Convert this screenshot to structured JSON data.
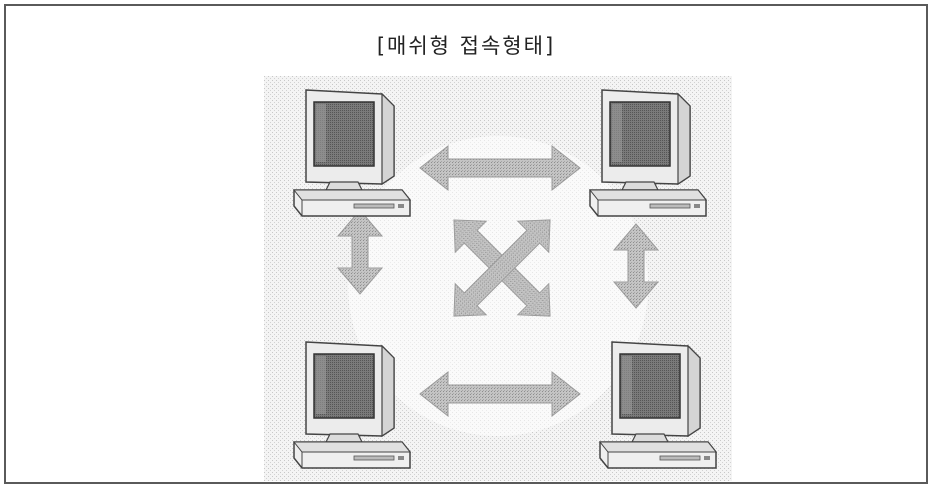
{
  "figure": {
    "title": "[매쉬형 접속형태]",
    "topology": "mesh",
    "nodes": [
      {
        "name": "computer-top-left",
        "icon": "desktop-computer-icon"
      },
      {
        "name": "computer-top-right",
        "icon": "desktop-computer-icon"
      },
      {
        "name": "computer-bottom-left",
        "icon": "desktop-computer-icon"
      },
      {
        "name": "computer-bottom-right",
        "icon": "desktop-computer-icon"
      }
    ],
    "links": [
      {
        "from": "computer-top-left",
        "to": "computer-top-right"
      },
      {
        "from": "computer-bottom-left",
        "to": "computer-bottom-right"
      },
      {
        "from": "computer-top-left",
        "to": "computer-bottom-left"
      },
      {
        "from": "computer-top-right",
        "to": "computer-bottom-right"
      },
      {
        "from": "computer-top-left",
        "to": "computer-bottom-right"
      },
      {
        "from": "computer-top-right",
        "to": "computer-bottom-left"
      }
    ],
    "colors": {
      "border": "#5a5a5a",
      "arrow": "#bdbdbd",
      "screen": "#6e6e6e",
      "monitor": "#e6e6e6"
    }
  }
}
